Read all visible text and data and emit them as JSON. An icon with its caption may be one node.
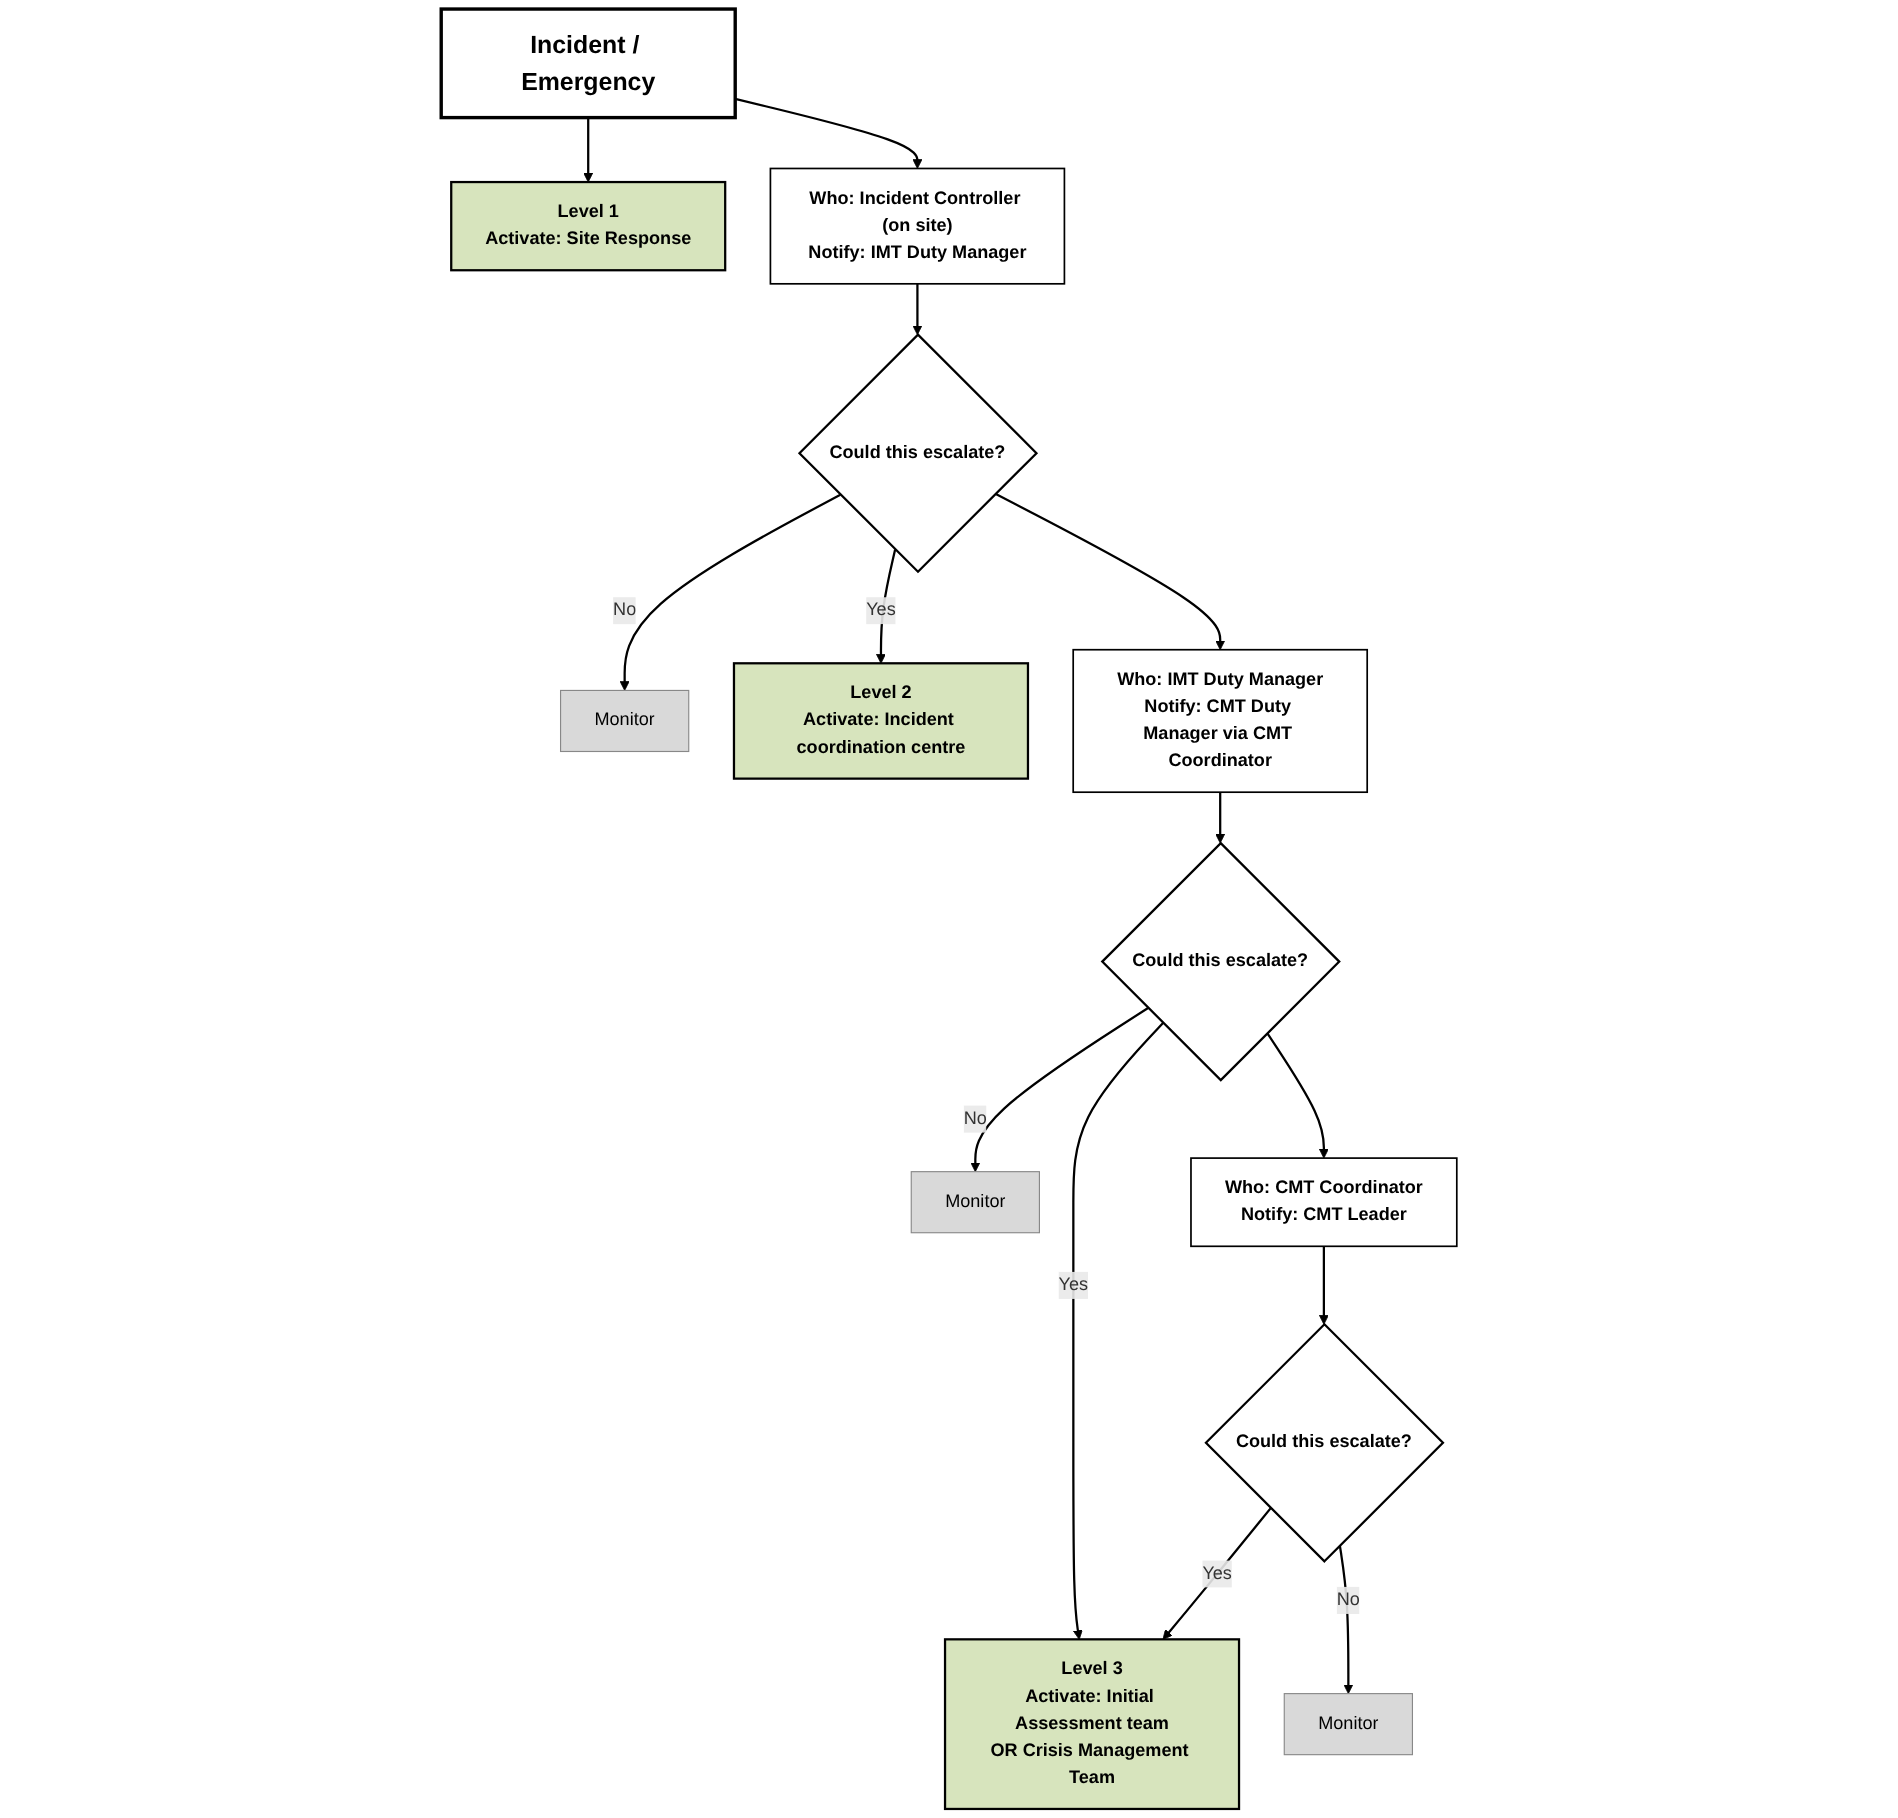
{
  "diagram": {
    "nodes": [
      {
        "text": [
          "Incident / Emergency"
        ]
      },
      {
        "text": [
          "Level 1",
          "Activate: Site Response"
        ]
      },
      {
        "text": [
          "Who: Incident Controller (on site)",
          "Notify: IMT Duty Manager"
        ]
      },
      {
        "text": [
          "Could this escalate?"
        ]
      },
      {
        "text": [
          "Monitor"
        ]
      },
      {
        "text": [
          "Level 2",
          "Activate: Incident coordination centre"
        ]
      },
      {
        "text": [
          "Who: IMT Duty Manager",
          "Notify: CMT Duty Manager via CMT Coordinator"
        ]
      },
      {
        "text": [
          "Could this escalate?"
        ]
      },
      {
        "text": [
          "Monitor"
        ]
      },
      {
        "text": [
          "Who: CMT Coordinator",
          "Notify: CMT Leader"
        ]
      },
      {
        "text": [
          "Could this escalate?"
        ]
      },
      {
        "text": [
          "Monitor"
        ]
      },
      {
        "text": [
          "Level 3",
          "Activate: Initial Assessment team",
          "OR Crisis Management Team"
        ]
      }
    ],
    "edges": [
      {
        "from": 0,
        "to": 1,
        "arrow": "to"
      },
      {
        "from": 0,
        "to": 2,
        "arrow": "to"
      },
      {
        "from": 2,
        "to": 3,
        "arrow": "to"
      },
      {
        "from": 3,
        "to": 5,
        "arrow": "to",
        "label": "Yes"
      },
      {
        "from": 3,
        "to": 4,
        "arrow": "to",
        "label": "No"
      },
      {
        "from": 3,
        "to": 6,
        "arrow": "to"
      },
      {
        "from": 6,
        "to": 7,
        "arrow": "to"
      },
      {
        "from": 7,
        "to": 12,
        "arrow": "to",
        "label": "Yes"
      },
      {
        "from": 7,
        "to": 8,
        "arrow": "to",
        "label": "No"
      },
      {
        "from": 7,
        "to": 9,
        "arrow": "to"
      },
      {
        "from": 9,
        "to": 10,
        "arrow": "to"
      },
      {
        "from": 10,
        "to": 12,
        "arrow": "to",
        "label": "Yes"
      },
      {
        "from": 10,
        "to": 11,
        "arrow": "to",
        "label": "No"
      }
    ]
  }
}
